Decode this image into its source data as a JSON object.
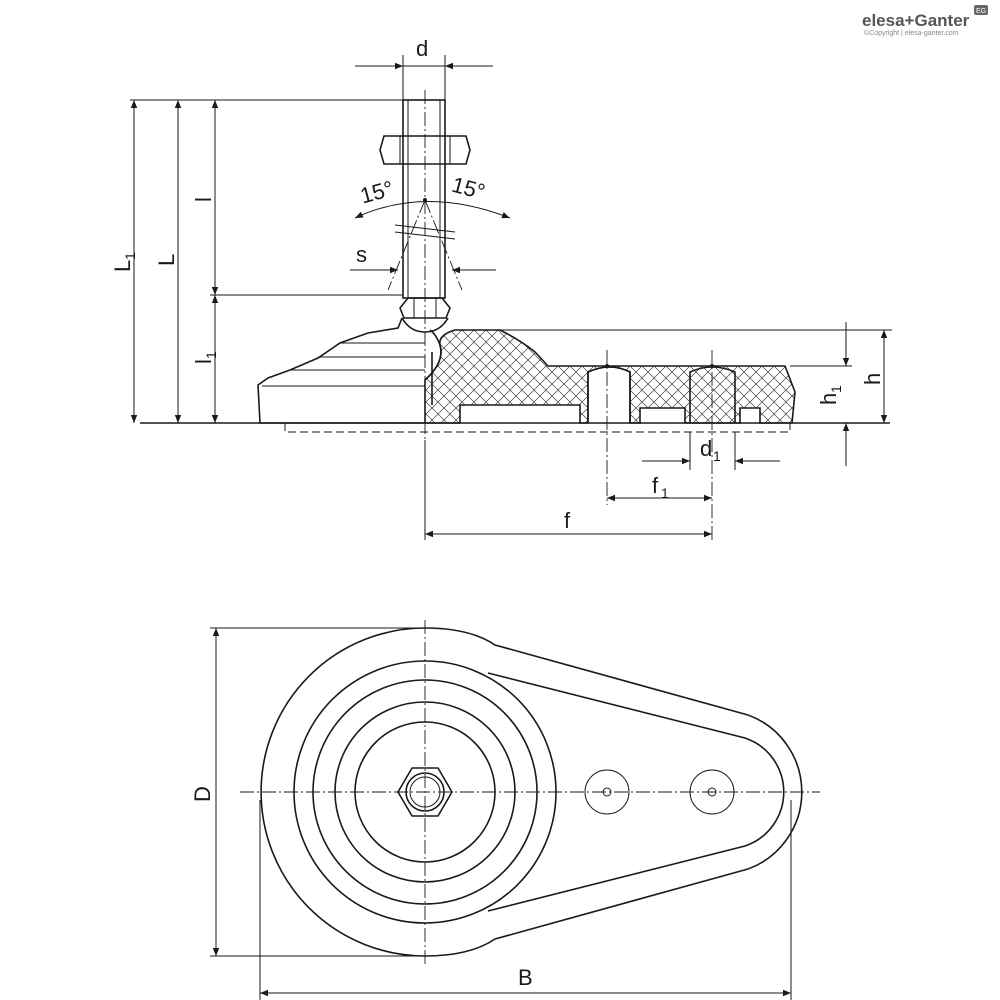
{
  "brand": {
    "name": "elesa+Ganter",
    "copyright": "©Copyright | elesa-ganter.com",
    "badge": "EG"
  },
  "labels": {
    "d": "d",
    "angle_left": "15°",
    "angle_right": "15°",
    "s": "s",
    "l": "l",
    "L": "L",
    "L1_base": "L",
    "L1_sub": "1",
    "l1_base": "l",
    "l1_sub": "1",
    "h": "h",
    "h1_base": "h",
    "h1_sub": "1",
    "d1_base": "d",
    "d1_sub": "1",
    "f1_base": "f",
    "f1_sub": "1",
    "f": "f",
    "D": "D",
    "B": "B"
  }
}
